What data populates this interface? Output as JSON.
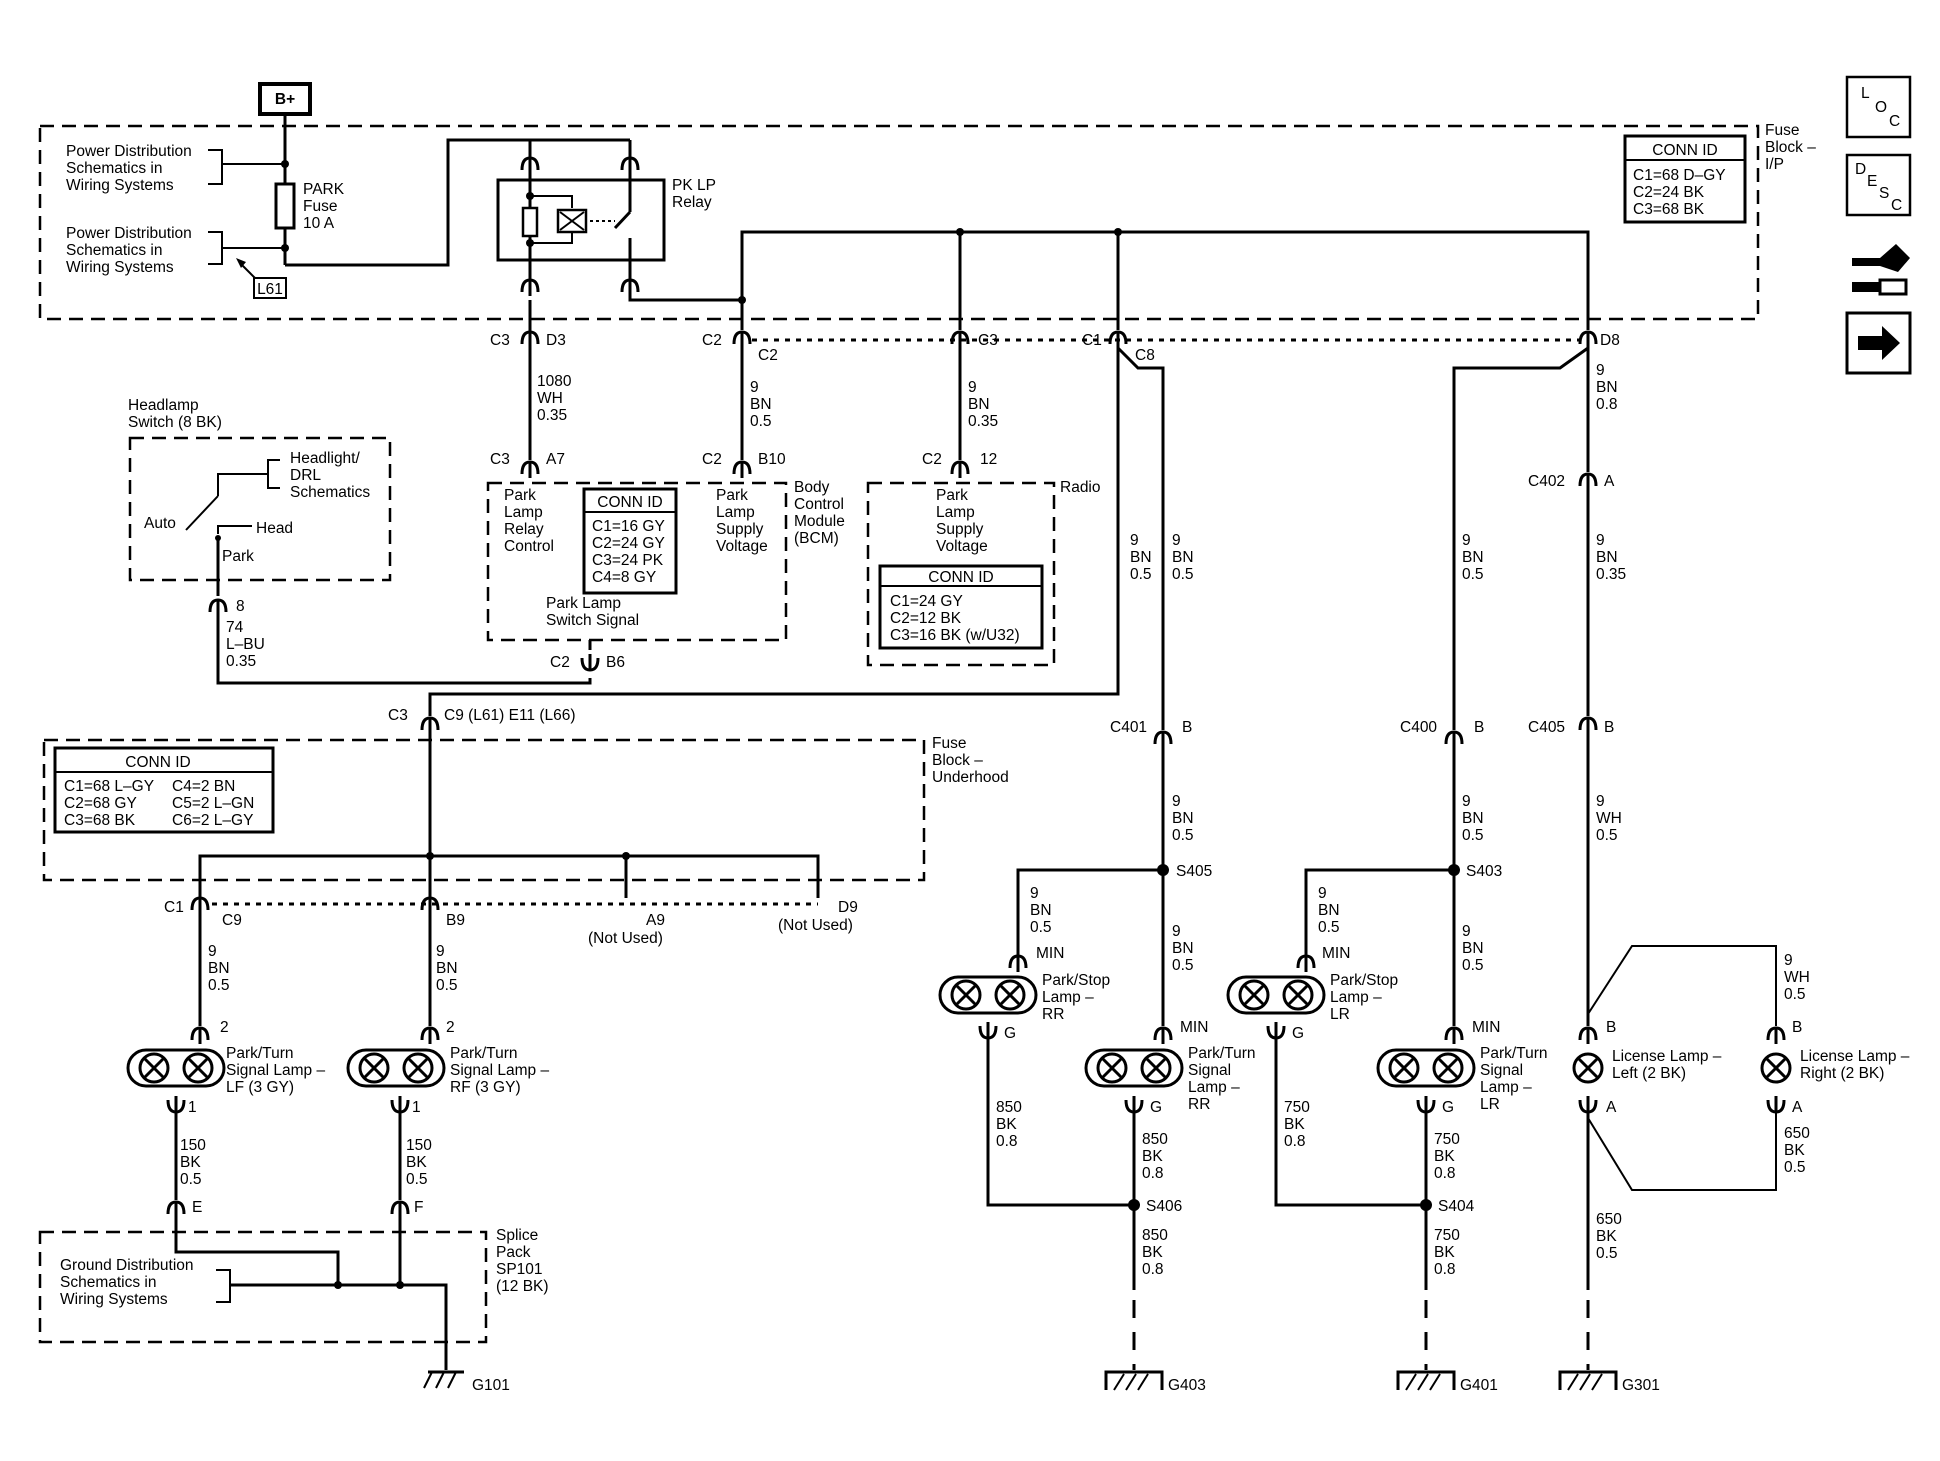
{
  "battery": "B+",
  "fuse_ip": {
    "title": [
      "Fuse",
      "Block –",
      "I/P"
    ],
    "pd_schem": [
      "Power Distribution",
      "Schematics in",
      "Wiring Systems"
    ],
    "fuse": [
      "PARK",
      "Fuse",
      "10 A"
    ],
    "ref": "L61",
    "relay": [
      "PK LP",
      "Relay"
    ],
    "conn_title": "CONN ID",
    "conn": [
      "C1=68 D–GY",
      "C2=24 BK",
      "C3=68 BK"
    ]
  },
  "nav": {
    "loc": [
      "L",
      "O",
      "C"
    ],
    "desc": [
      "D",
      "E",
      "S",
      "C"
    ]
  },
  "connectors": {
    "c3_d3": [
      "C3",
      "D3"
    ],
    "c2_c2": [
      "C2",
      "C2"
    ],
    "c3": "C3",
    "c1_c8": [
      "C1",
      "C8"
    ],
    "d8": "D8",
    "c3_a7": [
      "C3",
      "A7"
    ],
    "c2_b10": [
      "C2",
      "B10"
    ],
    "c2_12": [
      "C2",
      "12"
    ],
    "c402": [
      "C402",
      "A"
    ],
    "c2_b6": [
      "C2",
      "B6"
    ],
    "hs_8": "8",
    "c3_c9": [
      "C3",
      "C9 (L61) E11 (L66)"
    ],
    "c401": [
      "C401",
      "B"
    ],
    "c400": [
      "C400",
      "B"
    ],
    "c405": [
      "C405",
      "B"
    ],
    "c1_c9": [
      "C1",
      "C9"
    ],
    "b9": "B9",
    "a9": [
      "A9",
      "(Not Used)"
    ],
    "d9": [
      "D9",
      "(Not Used)"
    ]
  },
  "wires": {
    "w1080": [
      "1080",
      "WH",
      "0.35"
    ],
    "w9_05": [
      "9",
      "BN",
      "0.5"
    ],
    "w9_035": [
      "9",
      "BN",
      "0.35"
    ],
    "w9_08": [
      "9",
      "BN",
      "0.8"
    ],
    "w74": [
      "74",
      "L–BU",
      "0.35"
    ],
    "w9wh": [
      "9",
      "WH",
      "0.5"
    ],
    "w150": [
      "150",
      "BK",
      "0.5"
    ],
    "w850": [
      "850",
      "BK",
      "0.8"
    ],
    "w750": [
      "750",
      "BK",
      "0.8"
    ],
    "w650": [
      "650",
      "BK",
      "0.5"
    ]
  },
  "headlamp_switch": {
    "title": [
      "Headlamp",
      "Switch (8 BK)"
    ],
    "ref": [
      "Headlight/",
      "DRL",
      "Schematics"
    ],
    "auto": "Auto",
    "head": "Head",
    "park": "Park"
  },
  "bcm": {
    "title": [
      "Body",
      "Control",
      "Module",
      "(BCM)"
    ],
    "relay_ctrl": [
      "Park",
      "Lamp",
      "Relay",
      "Control"
    ],
    "supply": [
      "Park",
      "Lamp",
      "Supply",
      "Voltage"
    ],
    "switch_sig": [
      "Park Lamp",
      "Switch Signal"
    ],
    "conn_title": "CONN ID",
    "conn": [
      "C1=16 GY",
      "C2=24 GY",
      "C3=24 PK",
      "C4=8 GY"
    ]
  },
  "radio": {
    "title": "Radio",
    "supply": [
      "Park",
      "Lamp",
      "Supply",
      "Voltage"
    ],
    "conn_title": "CONN ID",
    "conn": [
      "C1=24 GY",
      "C2=12 BK",
      "C3=16 BK (w/U32)"
    ]
  },
  "fuse_uh": {
    "title": [
      "Fuse",
      "Block –",
      "Underhood"
    ],
    "conn_title": "CONN ID",
    "conn_left": [
      "C1=68 L–GY",
      "C2=68 GY",
      "C3=68 BK"
    ],
    "conn_right": [
      "C4=2 BN",
      "C5=2 L–GN",
      "C6=2 L–GY"
    ]
  },
  "splices": [
    "S405",
    "S403",
    "S406",
    "S404"
  ],
  "lamps": {
    "lf": [
      "Park/Turn",
      "Signal Lamp –",
      "LF (3 GY)"
    ],
    "rf": [
      "Park/Turn",
      "Signal Lamp –",
      "RF (3 GY)"
    ],
    "stop_rr": [
      "Park/Stop",
      "Lamp –",
      "RR"
    ],
    "turn_rr": [
      "Park/Turn",
      "Signal",
      "Lamp –",
      "RR"
    ],
    "stop_lr": [
      "Park/Stop",
      "Lamp –",
      "LR"
    ],
    "turn_lr": [
      "Park/Turn",
      "Signal",
      "Lamp –",
      "LR"
    ],
    "lic_l": [
      "License Lamp –",
      "Left (2 BK)"
    ],
    "lic_r": [
      "License Lamp –",
      "Right (2 BK)"
    ],
    "pins": {
      "two": "2",
      "one": "1",
      "min": "MIN",
      "g": "G",
      "b": "B",
      "a": "A",
      "e": "E",
      "f": "F"
    }
  },
  "splice_pack": [
    "Splice",
    "Pack",
    "SP101",
    "(12 BK)"
  ],
  "ground_schem": [
    "Ground Distribution",
    "Schematics in",
    "Wiring Systems"
  ],
  "grounds": [
    "G101",
    "G403",
    "G401",
    "G301"
  ]
}
